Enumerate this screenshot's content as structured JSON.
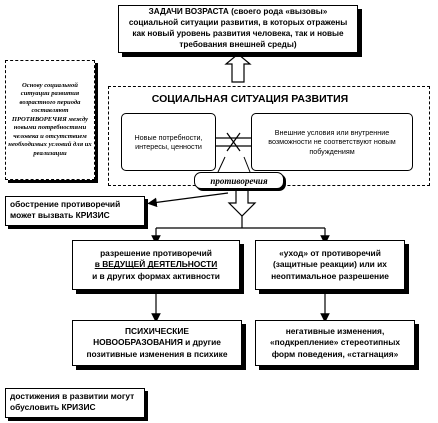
{
  "tasks_box": {
    "title": "ЗАДАЧИ ВОЗРАСТА",
    "text": " (своего рода «вызовы» социальной ситуации развития, в которых отражены как новый уровень развития человека, так и новые требования внешней среды)"
  },
  "side_note": {
    "text": "Основу социальной ситуации развития возрастного периода составляют ПРОТИВОРЕЧИЯ между новыми потребностями человека и отсутствием необходимых условий для их реализации"
  },
  "situation": {
    "title": "СОЦИАЛЬНАЯ СИТУАЦИЯ РАЗВИТИЯ",
    "left_box": "Новые потребности, интересы, ценности",
    "right_box": "Внешние условия или внутренние возможности не соответствуют новым побуждениям"
  },
  "contradiction_label": "противоречия",
  "crisis_box": {
    "text": "обострение противоречий может вызвать КРИЗИС"
  },
  "left_mid": {
    "line1": "разрешение противоречий",
    "line2": "в ВЕДУЩЕЙ ДЕЯТЕЛЬНОСТИ",
    "line3": "и в других формах активности"
  },
  "right_mid": {
    "text": "«уход» от противоречий (защитные реакции) или их неоптимальное разрешение"
  },
  "left_bottom": {
    "caps": "ПСИХИЧЕСКИЕ НОВООБРАЗОВАНИЯ",
    "rest": " и другие позитивные изменения в психике"
  },
  "right_bottom": {
    "text": "негативные изменения, «подкрепление» стереотипных форм поведения, «стагнация»"
  },
  "achievements_box": {
    "text": "достижения в развитии могут обусловить КРИЗИС"
  }
}
